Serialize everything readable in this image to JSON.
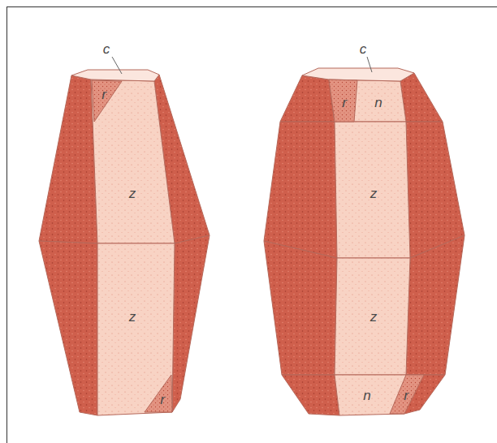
{
  "diagram": {
    "labels": [
      "c",
      "r",
      "z",
      "z",
      "r",
      "c",
      "r",
      "n",
      "z",
      "z",
      "n",
      "r"
    ]
  }
}
